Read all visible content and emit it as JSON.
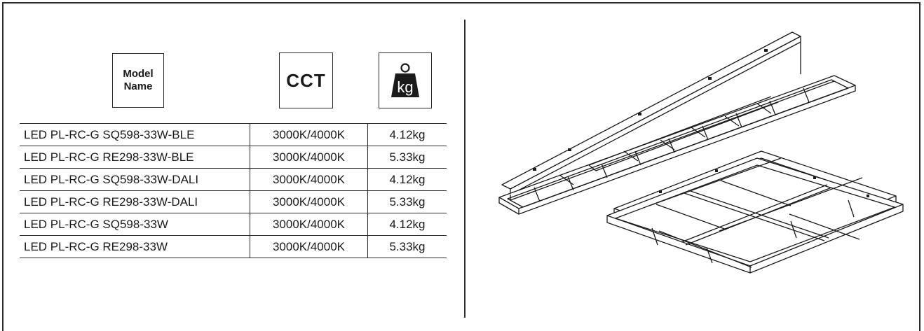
{
  "header": {
    "model_name": "Model\nName",
    "cct": "CCT",
    "weight_unit": "kg",
    "weight_icon": "weight-icon"
  },
  "rows": [
    {
      "model": "LED PL-RC-G SQ598-33W-BLE",
      "cct": "3000K/4000K",
      "weight": "4.12kg"
    },
    {
      "model": "LED PL-RC-G RE298-33W-BLE",
      "cct": "3000K/4000K",
      "weight": "5.33kg"
    },
    {
      "model": "LED PL-RC-G SQ598-33W-DALI",
      "cct": "3000K/4000K",
      "weight": "4.12kg"
    },
    {
      "model": "LED PL-RC-G RE298-33W-DALI",
      "cct": "3000K/4000K",
      "weight": "5.33kg"
    },
    {
      "model": "LED PL-RC-G SQ598-33W",
      "cct": "3000K/4000K",
      "weight": "4.12kg"
    },
    {
      "model": "LED PL-RC-G RE298-33W",
      "cct": "3000K/4000K",
      "weight": "5.33kg"
    }
  ],
  "colors": {
    "line": "#2b2b2b",
    "ink": "#1a1a1a"
  }
}
